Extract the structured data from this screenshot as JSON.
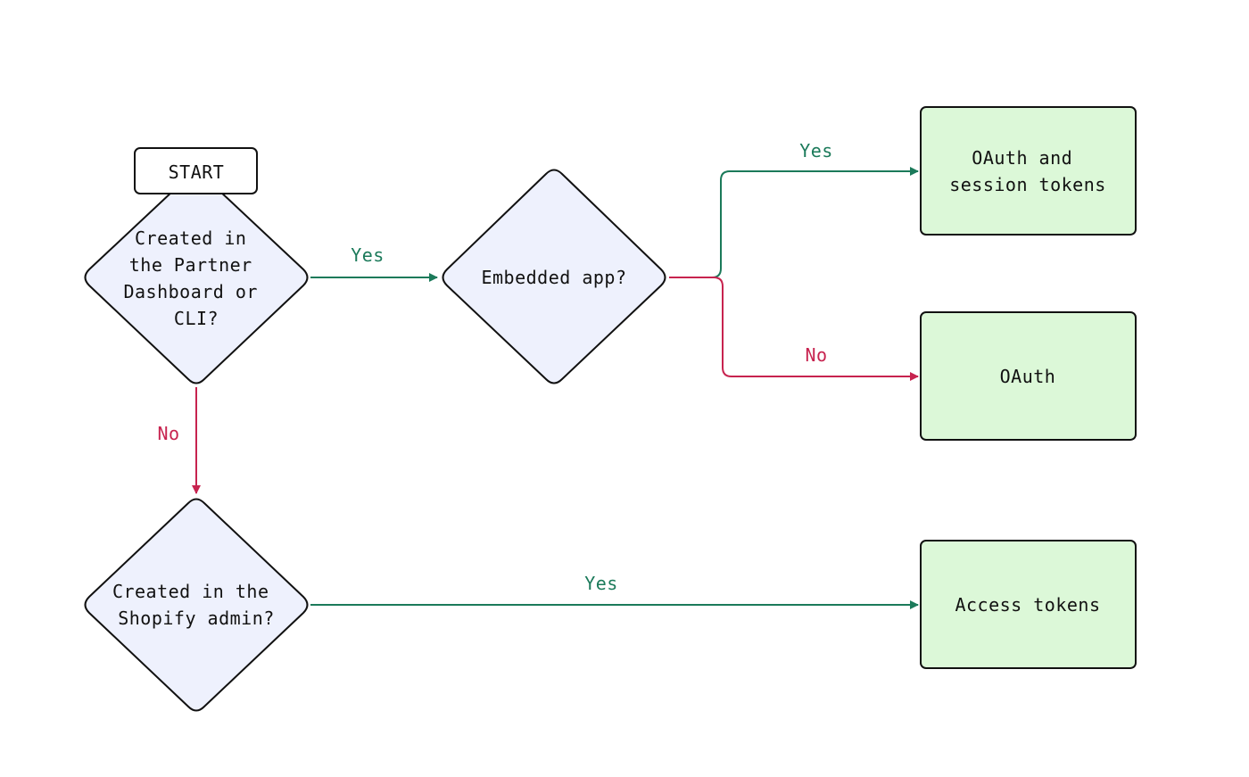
{
  "diagram": {
    "colors": {
      "decision_fill": "#eef1fd",
      "outcome_fill": "#dcf8d8",
      "start_fill": "#ffffff",
      "stroke": "#111111",
      "yes": "#1b7a5a",
      "no": "#c7234f"
    },
    "nodes": {
      "start": {
        "label": "START"
      },
      "partner": {
        "lines": [
          "Created in",
          "the Partner",
          "Dashboard or",
          "CLI?"
        ]
      },
      "embedded": {
        "lines": [
          "Embedded app?"
        ]
      },
      "shopify_admin": {
        "lines": [
          "Created in the",
          "Shopify admin?"
        ]
      },
      "oauth_session": {
        "lines": [
          "OAuth and",
          "session tokens"
        ]
      },
      "oauth": {
        "lines": [
          "OAuth"
        ]
      },
      "access_tokens": {
        "lines": [
          "Access tokens"
        ]
      }
    },
    "edges": {
      "partner_yes": "Yes",
      "partner_no": "No",
      "embedded_yes": "Yes",
      "embedded_no": "No",
      "shopify_yes": "Yes"
    }
  }
}
